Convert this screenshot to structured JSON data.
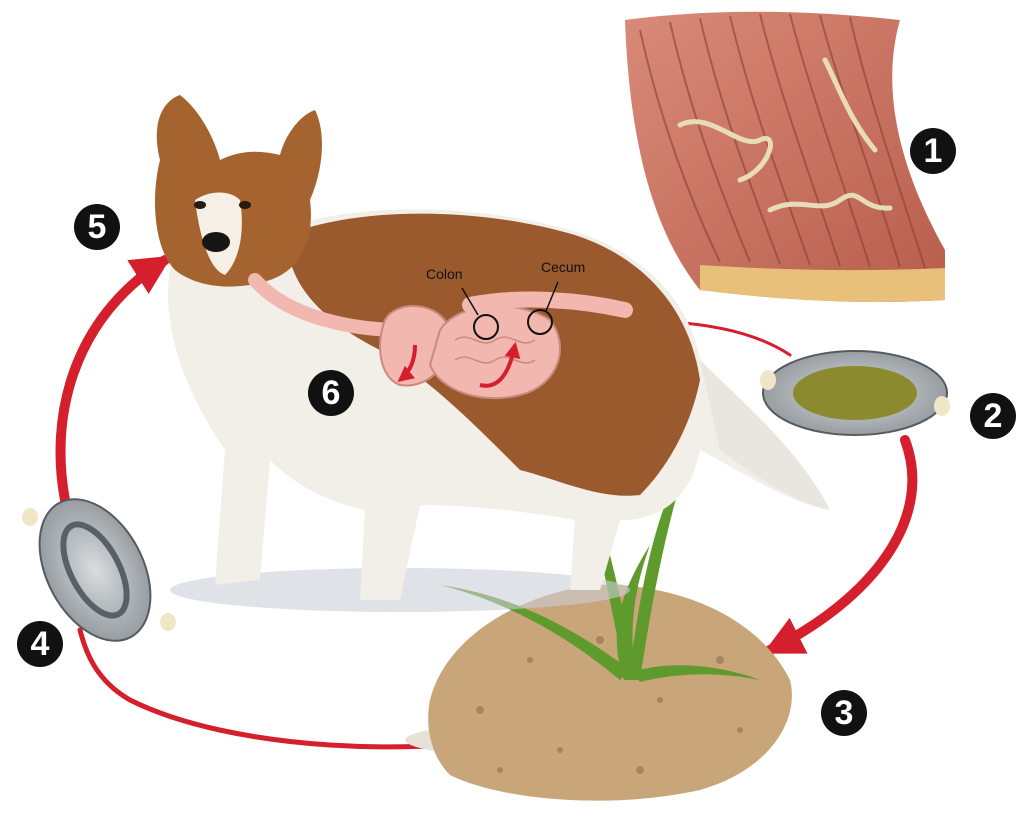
{
  "steps": [
    "1",
    "2",
    "3",
    "4",
    "5",
    "6"
  ],
  "organ_labels": {
    "colon": "Colon",
    "cecum": "Cecum"
  },
  "colors": {
    "cycle_arrow": "#d51f2d",
    "badge": "#111111",
    "fur_brown": "#9a5a2e",
    "fur_white": "#f2eee8",
    "soil": "#c9a57a",
    "grass": "#5f9a2c",
    "intestine": "#f2b7ae"
  }
}
